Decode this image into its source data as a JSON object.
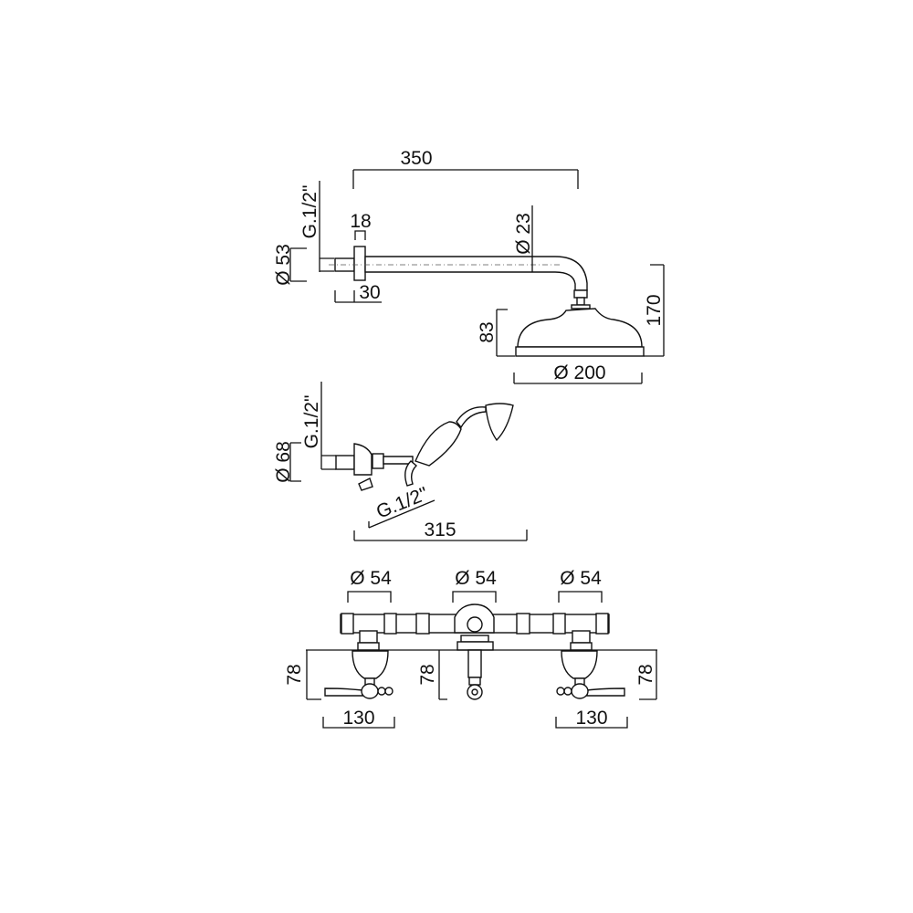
{
  "overhead_shower": {
    "arm_length": "350",
    "inlet_thread": "G.1/2\"",
    "flange_diameter": "Ø 53",
    "flange_thickness": "18",
    "nut_length": "30",
    "arm_diameter": "Ø 23",
    "head_height": "83",
    "total_drop": "170",
    "head_diameter": "Ø 200"
  },
  "hand_shower": {
    "inlet_thread": "G.1/2\"",
    "flange_diameter": "Ø 68",
    "hose_thread": "G.1/2\"",
    "length": "315"
  },
  "mixer": {
    "left_diameter": "Ø 54",
    "center_diameter": "Ø 54",
    "right_diameter": "Ø 54",
    "left_height": "78",
    "center_height": "78",
    "right_height": "78",
    "left_handle_length": "130",
    "right_handle_length": "130"
  }
}
